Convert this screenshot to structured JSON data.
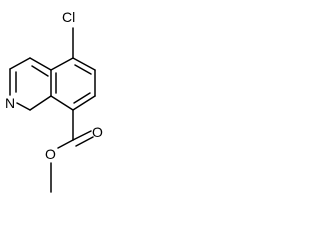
{
  "structure": {
    "atoms": {
      "chlorine": "Cl",
      "nitrogen": "N",
      "carbonyl_oxygen": "O",
      "ester_oxygen": "O"
    }
  }
}
